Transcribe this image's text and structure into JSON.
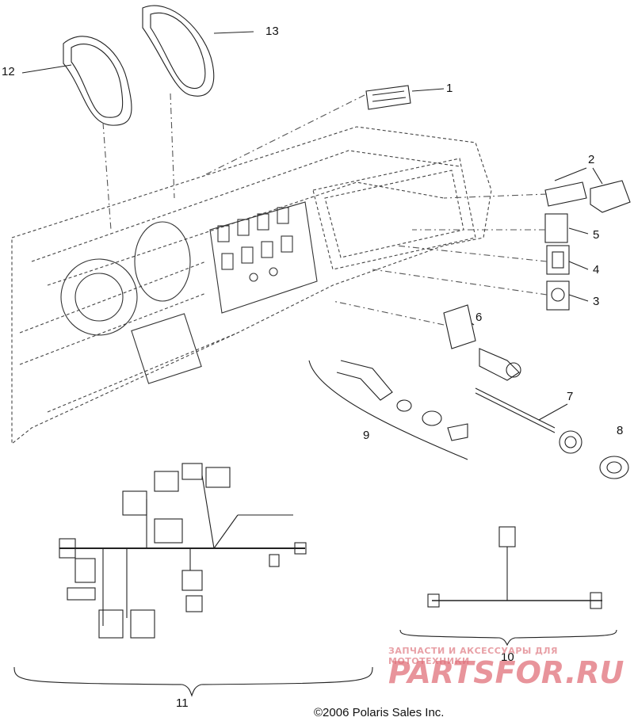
{
  "callouts": {
    "c1": "1",
    "c2": "2",
    "c3": "3",
    "c4": "4",
    "c5": "5",
    "c6": "6",
    "c7": "7",
    "c8": "8",
    "c9": "9",
    "c10": "10",
    "c11": "11",
    "c12": "12",
    "c13": "13"
  },
  "copyright": "©2006 Polaris Sales Inc.",
  "watermark": {
    "tagline": "ЗАПЧАСТИ И АКСЕССУАРЫ ДЛЯ МОТОТЕХНИКИ",
    "brand": "PARTSFOR.RU",
    "color": "#e0707a"
  },
  "colors": {
    "line": "#222222",
    "dashed": "#555555"
  }
}
